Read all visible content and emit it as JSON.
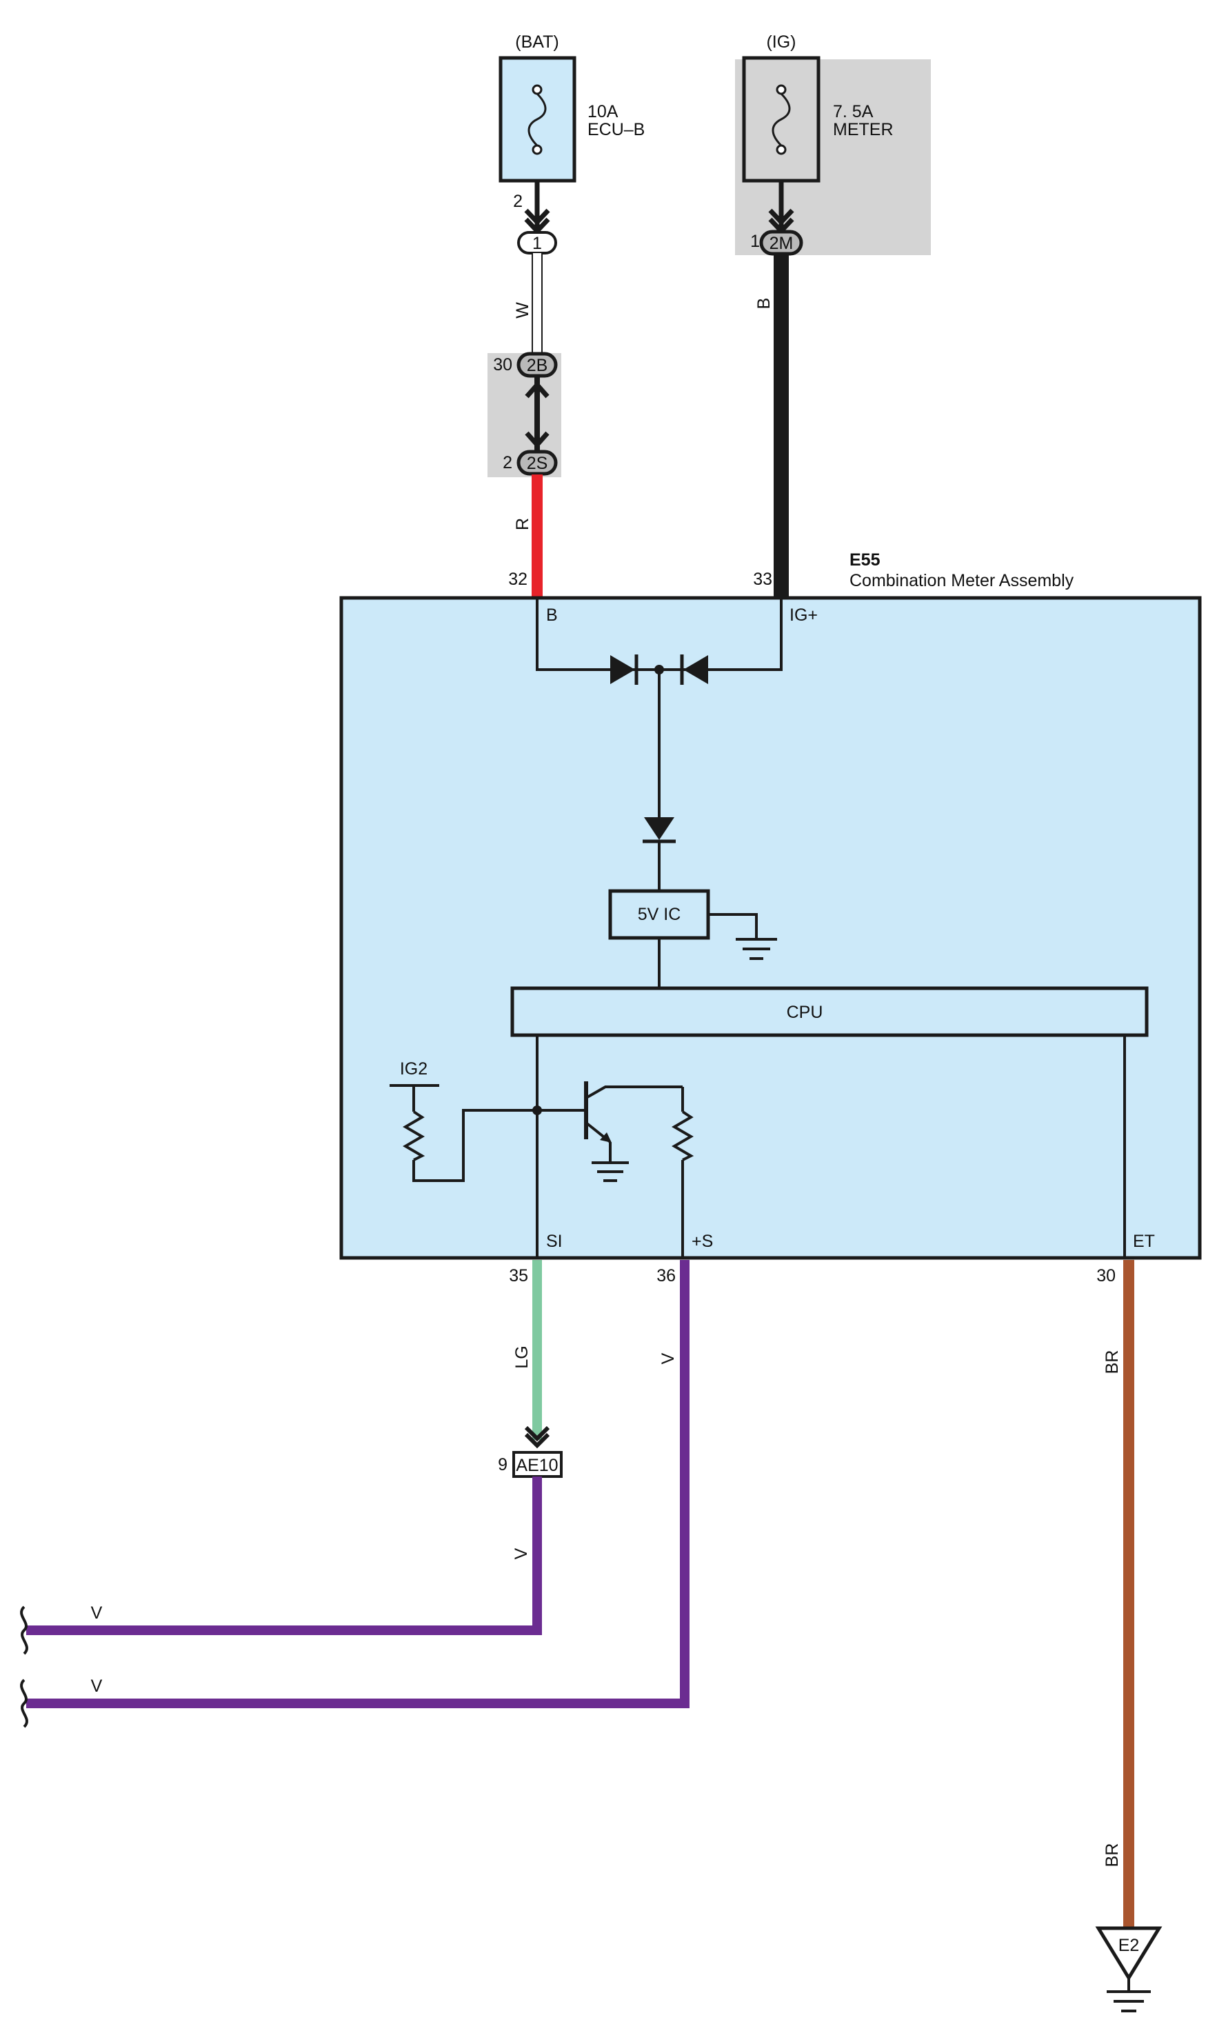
{
  "fuses": [
    {
      "source": "(BAT)",
      "rating": "10A",
      "name": "ECU–B",
      "pin": "2"
    },
    {
      "source": "(IG)",
      "rating": "7. 5A",
      "name": "METER",
      "pin": "1"
    }
  ],
  "connectors": {
    "c1": {
      "label": "1"
    },
    "c2m": {
      "label": "2M"
    },
    "c2b": {
      "label": "2B",
      "pin": "30"
    },
    "c2s": {
      "label": "2S",
      "pin": "2"
    },
    "ae10": {
      "label": "AE10",
      "pin": "9"
    },
    "e2": {
      "label": "E2"
    }
  },
  "wires": {
    "w_white": "W",
    "w_black": "B",
    "w_red": "R",
    "w_lg": "LG",
    "w_v_out": "V",
    "w_v_down": "V",
    "w_br_top": "BR",
    "w_br_bottom": "BR",
    "w_v_left1": "V",
    "w_v_left2": "V"
  },
  "colors": {
    "box_fill": "#cce9f9",
    "gray_box": "#d4d4d4",
    "red": "#e8232a",
    "black": "#1a1a1a",
    "lg": "#7fc9a0",
    "violet": "#6b2c91",
    "brown": "#a9552e"
  },
  "component": {
    "id": "E55",
    "name": "Combination Meter Assembly",
    "pins": {
      "b": {
        "num": "32",
        "name": "B"
      },
      "ig": {
        "num": "33",
        "name": "IG+"
      },
      "si": {
        "num": "35",
        "name": "SI"
      },
      "s": {
        "num": "36",
        "name": "+S"
      },
      "et": {
        "num": "30",
        "name": "ET"
      }
    },
    "ic_label": "5V IC",
    "cpu_label": "CPU",
    "ig2_label": "IG2"
  }
}
